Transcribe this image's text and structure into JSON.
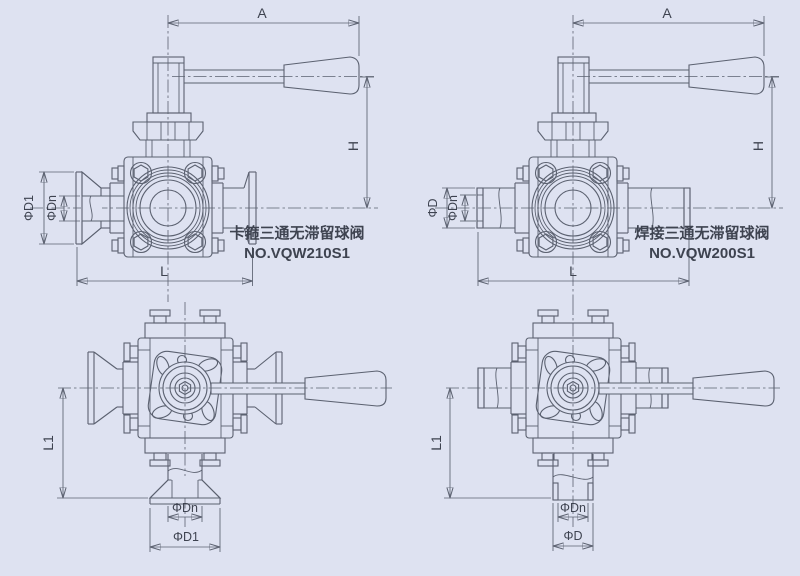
{
  "colors": {
    "background": "#dee2f1",
    "line": "#5b6170",
    "text": "#3e4350"
  },
  "views": {
    "front_clamp": {
      "caption": [
        "卡箍三通无滞留球阀",
        "NO.VQW210S1"
      ],
      "dims": {
        "a": "A",
        "h": "H",
        "l": "L",
        "d1": "ΦD1",
        "dn": "ΦDn"
      }
    },
    "front_weld": {
      "caption": [
        "焊接三通无滞留球阀",
        "NO.VQW200S1"
      ],
      "dims": {
        "a": "A",
        "h": "H",
        "l": "L",
        "d": "ΦD",
        "dn": "ΦDn"
      }
    },
    "top_clamp": {
      "dims": {
        "l1": "L1",
        "dn": "ΦDn",
        "d1": "ΦD1"
      }
    },
    "top_weld": {
      "dims": {
        "l1": "L1",
        "dn": "ΦDn",
        "d": "ΦD"
      }
    }
  }
}
